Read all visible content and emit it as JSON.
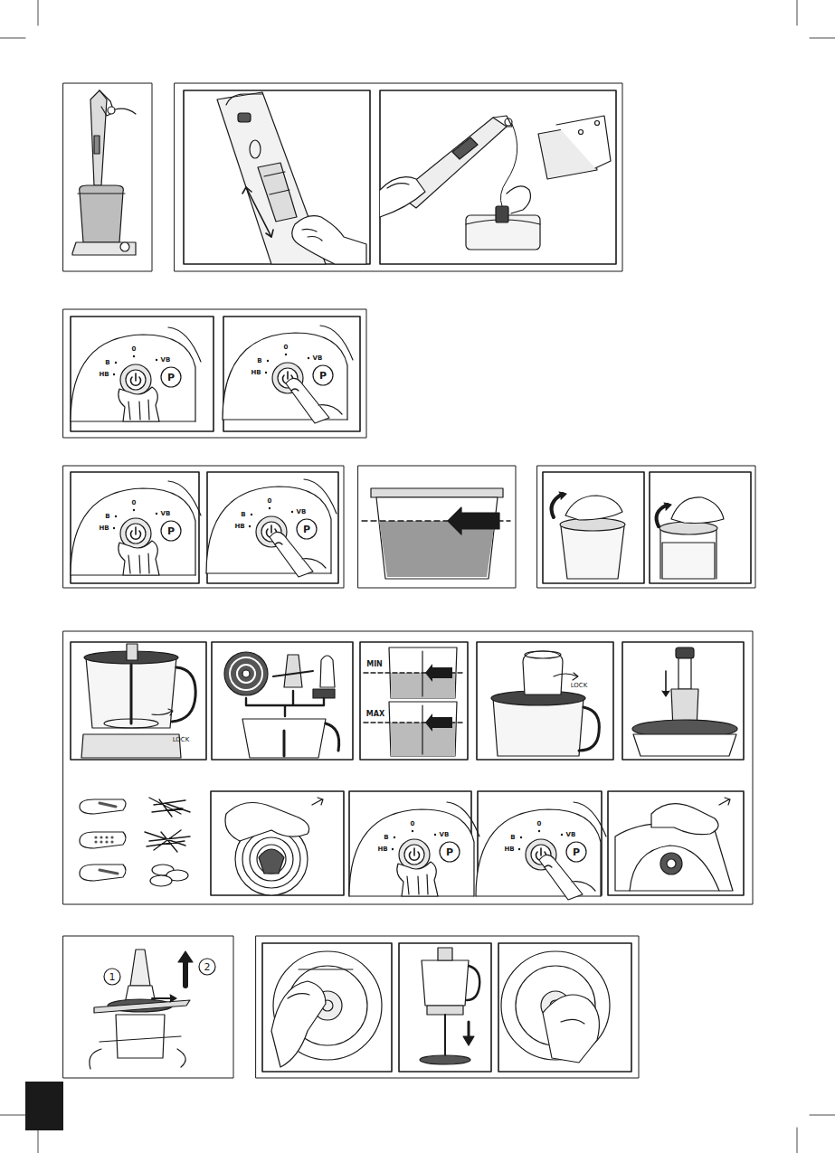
{
  "diagram": {
    "labels": [
      "0",
      "VB",
      "B",
      "HB",
      "P",
      "0",
      "VB",
      "B",
      "HB",
      "P",
      "0",
      "VB",
      "B",
      "HB",
      "P",
      "0",
      "VB",
      "B",
      "HB",
      "P",
      "LOCK",
      "MIN",
      "MAX",
      "LOCK",
      "0",
      "VB",
      "B",
      "HB",
      "P",
      "0",
      "VB",
      "B",
      "HB",
      "P",
      "1",
      "2"
    ]
  }
}
